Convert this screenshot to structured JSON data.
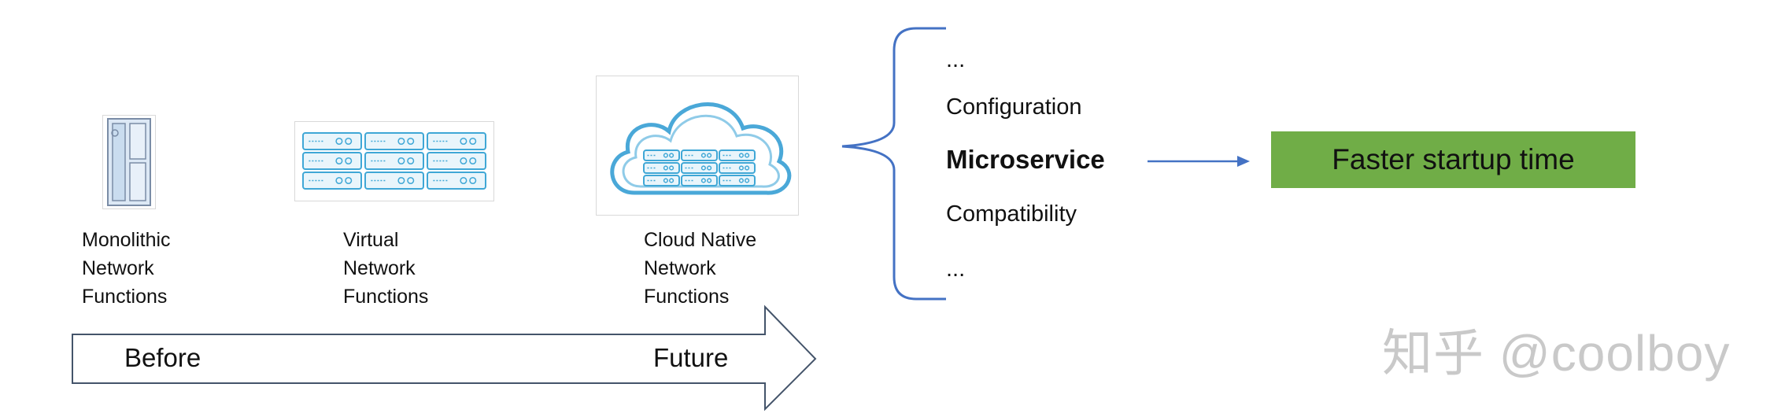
{
  "stages": [
    {
      "line1": "Monolithic",
      "line2": "Network",
      "line3": "Functions",
      "icon": "monolithic-server-icon"
    },
    {
      "line1": "Virtual",
      "line2": "Network",
      "line3": "Functions",
      "icon": "server-rack-icon"
    },
    {
      "line1": "Cloud Native",
      "line2": "Network",
      "line3": "Functions",
      "icon": "cloud-servers-icon"
    }
  ],
  "timeline": {
    "start_label": "Before",
    "end_label": "Future"
  },
  "aspects": [
    "...",
    "Configuration",
    "Microservice",
    "Compatibility",
    "..."
  ],
  "highlighted_aspect": "Microservice",
  "result": {
    "label": "Faster startup time",
    "color": "#70ad47"
  },
  "watermark": "知乎 @coolboy",
  "colors": {
    "accent_blue": "#4472c4",
    "server_blue": "#3fa7d6",
    "arrow_stroke": "#44546a"
  }
}
